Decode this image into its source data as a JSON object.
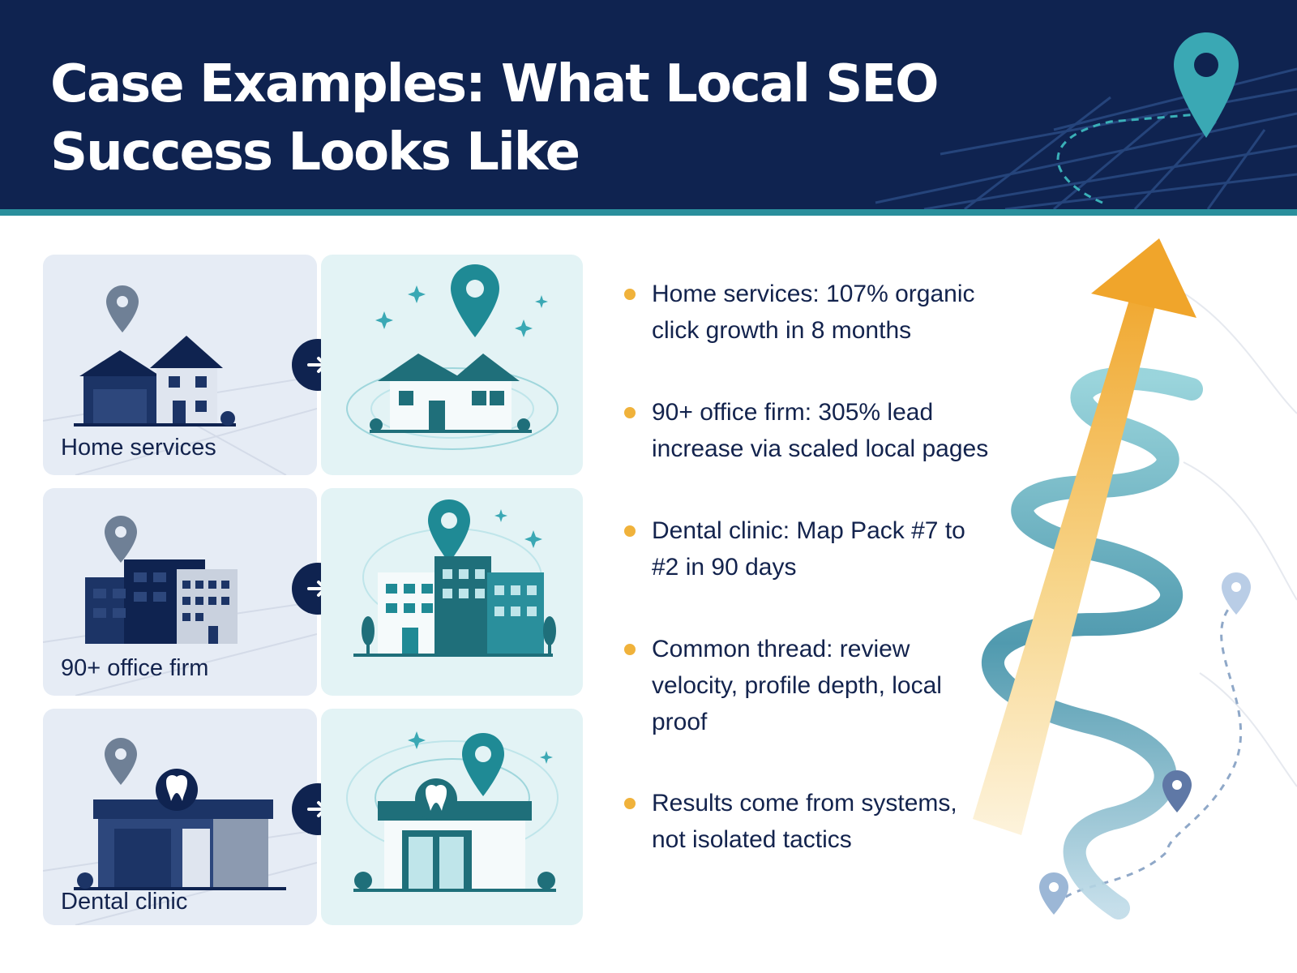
{
  "header": {
    "title_line1": "Case Examples: What Local SEO",
    "title_line2": "Success Looks Like"
  },
  "cases": [
    {
      "label": "Home services",
      "before_icon": "house-icon",
      "after_icon": "house-icon"
    },
    {
      "label": "90+ office firm",
      "before_icon": "office-building-icon",
      "after_icon": "office-building-icon"
    },
    {
      "label": "Dental clinic",
      "before_icon": "dental-clinic-icon",
      "after_icon": "dental-clinic-icon"
    }
  ],
  "bullets": [
    "Home services: 107% organic click growth in 8 months",
    "90+ office firm: 305% lead increase via scaled local pages",
    "Dental clinic: Map Pack #7 to #2 in 90 days",
    "Common thread: review velocity, profile depth, local proof",
    "Results come from systems, not isolated tactics"
  ],
  "icons": {
    "map_pin": "map-pin-icon",
    "arrow": "arrow-right-icon",
    "growth_arrow": "growth-arrow-icon"
  },
  "colors": {
    "header_bg": "#0f2350",
    "accent_teal": "#2a8f9c",
    "accent_gold": "#f0b23b",
    "text_dark": "#13234d"
  }
}
